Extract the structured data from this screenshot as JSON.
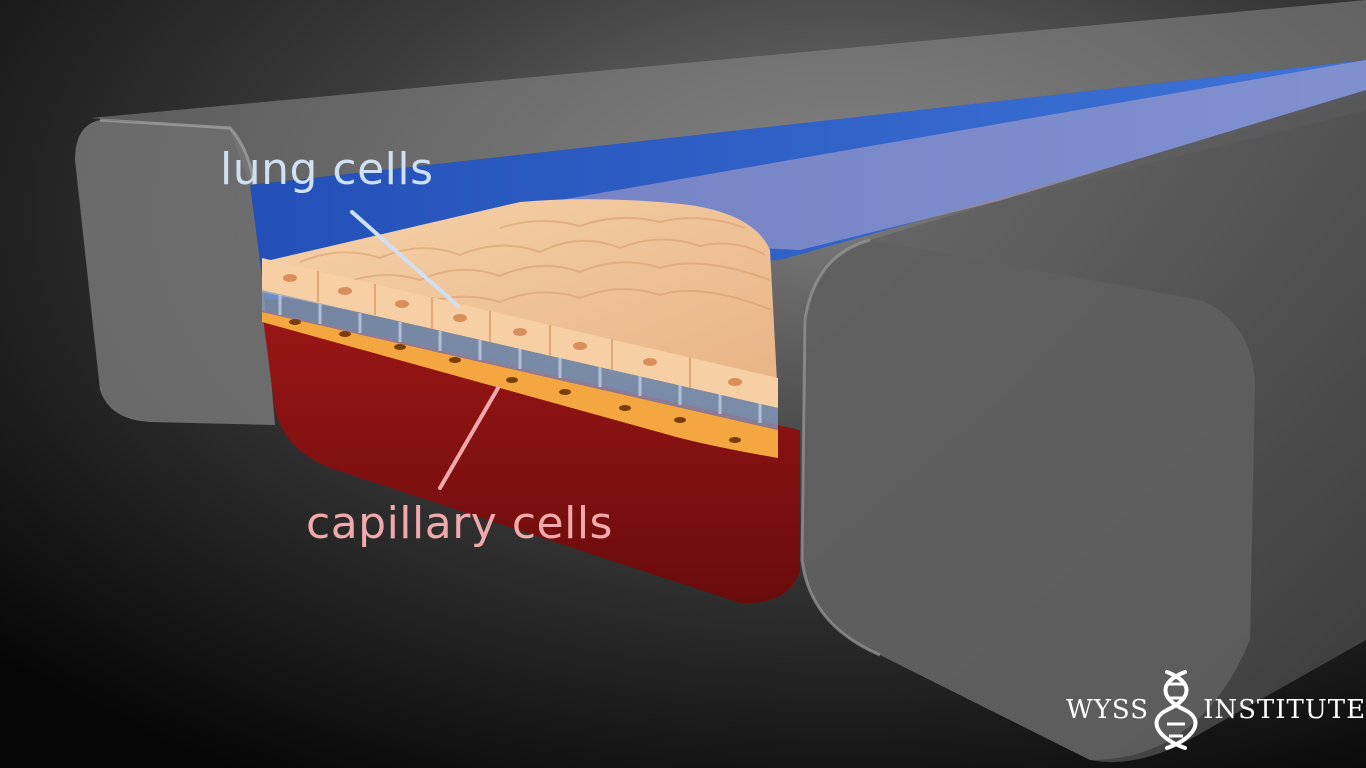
{
  "annotations": {
    "lung_cells": "lung cells",
    "capillary_cells": "capillary cells"
  },
  "logo": {
    "left_text": "WYSS",
    "right_text": "INSTITUTE",
    "icon": "double-helix-icon"
  },
  "colors": {
    "background": "#1a1a1a",
    "channel_walls": "#5a5a5a",
    "air_channel": "#2f5ec4",
    "blood_channel": "#8e1414",
    "lung_cells": "#f2c49a",
    "capillary_cells": "#f4a640",
    "lung_label": "#cfe0f2",
    "capillary_label": "#f2a9ab"
  }
}
